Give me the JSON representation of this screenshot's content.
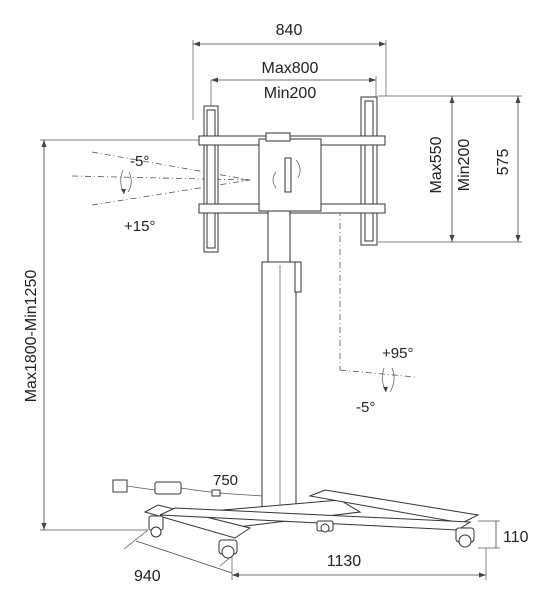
{
  "dimensions": {
    "width_total": "840",
    "vesa_width": "Max800",
    "vesa_width_min": "Min200",
    "vesa_height": "Max550",
    "vesa_height_min": "Min200",
    "bracket_height": "575",
    "total_height": "Max1800-Min1250",
    "base_depth": "940",
    "base_width": "1130",
    "wheel_height": "110",
    "base_inner": "750"
  },
  "angles": {
    "tilt_down": "-5°",
    "tilt_up": "+15°",
    "swivel_pos": "+95°",
    "swivel_neg": "-5°"
  }
}
